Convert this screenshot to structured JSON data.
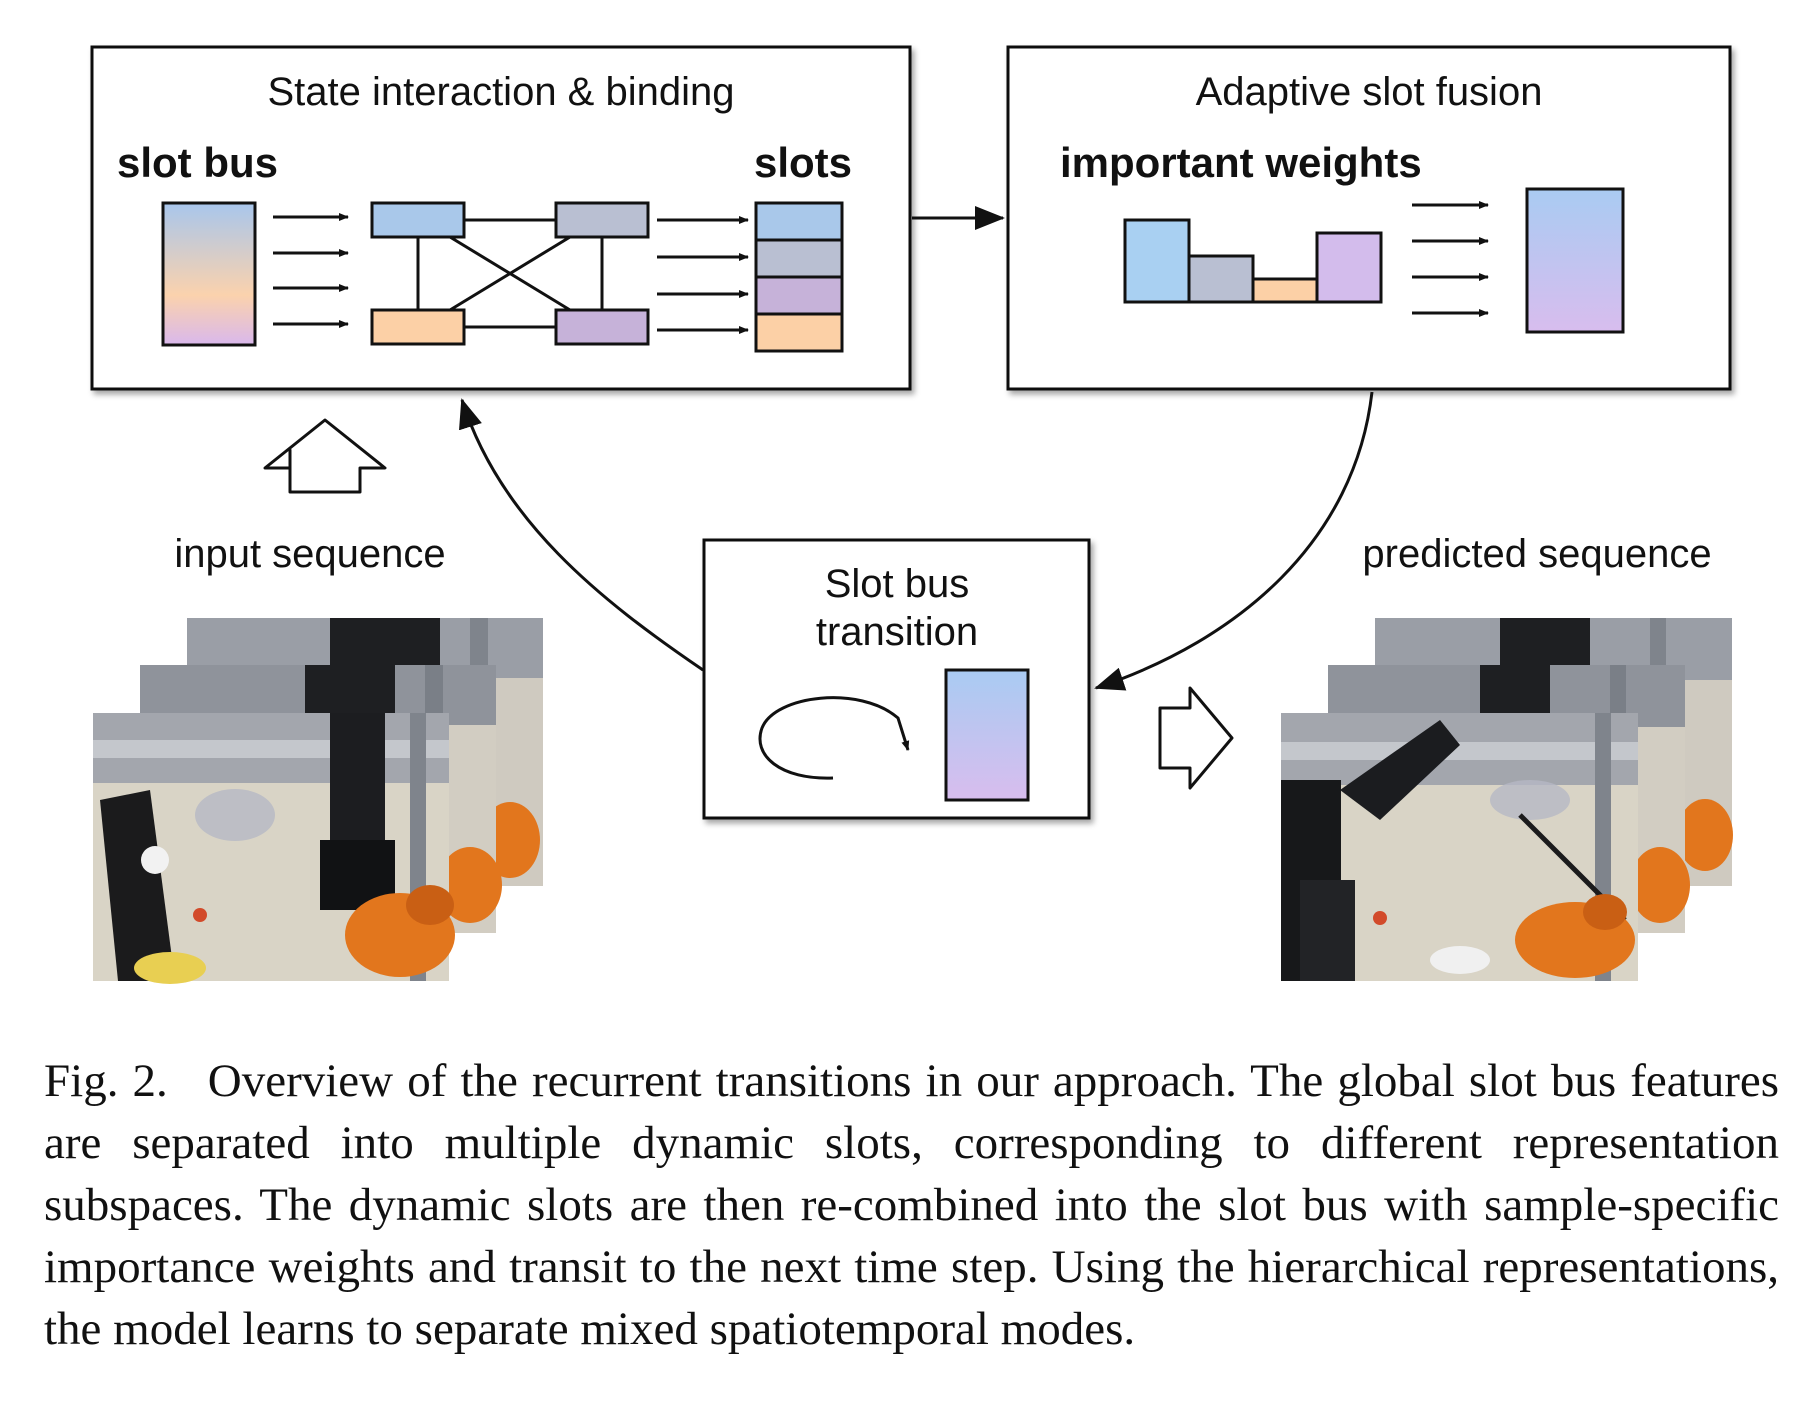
{
  "panels": {
    "state_interaction": {
      "title": "State interaction & binding",
      "left_label": "slot bus",
      "right_label": "slots"
    },
    "slot_fusion": {
      "title": "Adaptive slot fusion",
      "weights_label": "important weights"
    },
    "transition": {
      "title_line1": "Slot bus",
      "title_line2": "transition"
    }
  },
  "sequences": {
    "input_label": "input sequence",
    "predicted_label": "predicted sequence"
  },
  "caption": {
    "label": "Fig. 2.",
    "text": "Overview of the recurrent transitions in our approach. The global slot bus features are separated into multiple dynamic slots, corresponding to different representation subspaces. The dynamic slots are then re-combined into the slot bus with sample-specific importance weights and transit to the next time step. Using the hierarchical representations, the model learns to separate mixed spatiotemporal modes."
  },
  "colors": {
    "slot_blue": "#a9c8ea",
    "slot_gray": "#b9bfd2",
    "slot_purple": "#c6b2d9",
    "slot_peach": "#fcd0a6",
    "weight_blue": "#a9d0f2",
    "weight_purple": "#d3bcec",
    "floor": "#d9d4c6",
    "toy_orange": "#e2761d"
  }
}
